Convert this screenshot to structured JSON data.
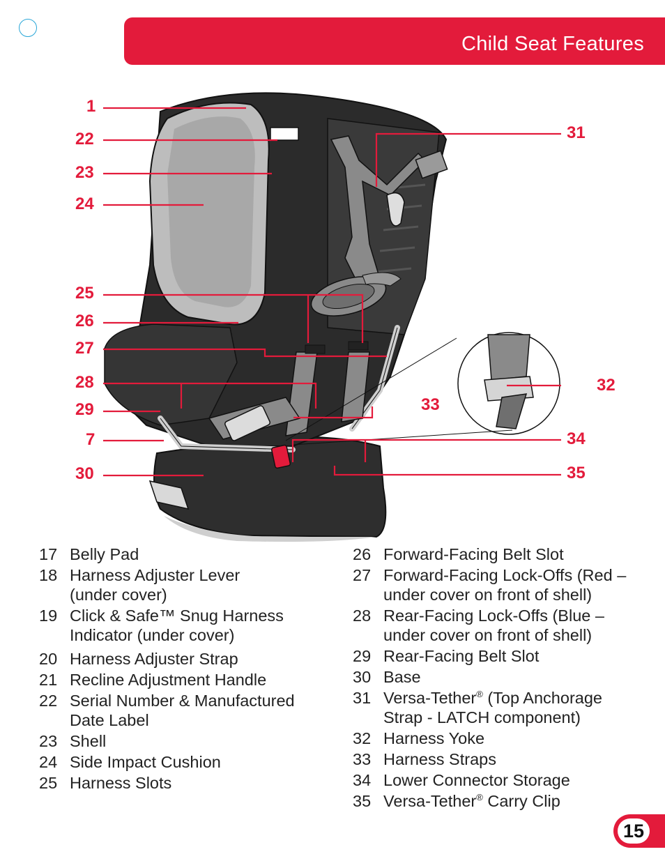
{
  "header": {
    "title": "Child Seat Features"
  },
  "page_number": "15",
  "callouts": {
    "c1": "1",
    "c22": "22",
    "c23": "23",
    "c24": "24",
    "c25": "25",
    "c26": "26",
    "c27": "27",
    "c28": "28",
    "c29": "29",
    "c7": "7",
    "c30": "30",
    "c31": "31",
    "c32": "32",
    "c33": "33",
    "c34": "34",
    "c35": "35"
  },
  "legend_left": [
    {
      "num": "17",
      "text": "Belly Pad"
    },
    {
      "num": "18",
      "text": "Harness Adjuster Lever (under cover)"
    },
    {
      "num": "19",
      "text": "Click & Safe™ Snug Harness Indicator (under cover)"
    },
    {
      "num": "20",
      "text": "Harness Adjuster Strap"
    },
    {
      "num": "21",
      "text": "Recline Adjustment Handle"
    },
    {
      "num": "22",
      "text": "Serial Number & Manufactured Date Label"
    },
    {
      "num": "23",
      "text": "Shell"
    },
    {
      "num": "24",
      "text": "Side Impact Cushion"
    },
    {
      "num": "25",
      "text": "Harness Slots"
    }
  ],
  "legend_right": [
    {
      "num": "26",
      "text": "Forward-Facing Belt Slot"
    },
    {
      "num": "27",
      "text": "Forward-Facing Lock-Offs (Red – under cover on front of shell)"
    },
    {
      "num": "28",
      "text": "Rear-Facing Lock-Offs (Blue – under cover on front of shell)"
    },
    {
      "num": "29",
      "text": "Rear-Facing Belt Slot"
    },
    {
      "num": "30",
      "text": "Base"
    },
    {
      "num": "31",
      "text_a": "Versa-Tether",
      "sup": "®",
      "text_b": " (Top Anchorage Strap - LATCH component)"
    },
    {
      "num": "32",
      "text": "Harness Yoke"
    },
    {
      "num": "33",
      "text": "Harness Straps"
    },
    {
      "num": "34",
      "text": "Lower Connector Storage"
    },
    {
      "num": "35",
      "text_a": "Versa-Tether",
      "sup": "®",
      "text_b": " Carry Clip"
    }
  ],
  "colors": {
    "accent": "#e31b3b",
    "seat_dark": "#2b2b2b",
    "cushion": "#b9b9b9",
    "strap": "#8a8a8a"
  }
}
